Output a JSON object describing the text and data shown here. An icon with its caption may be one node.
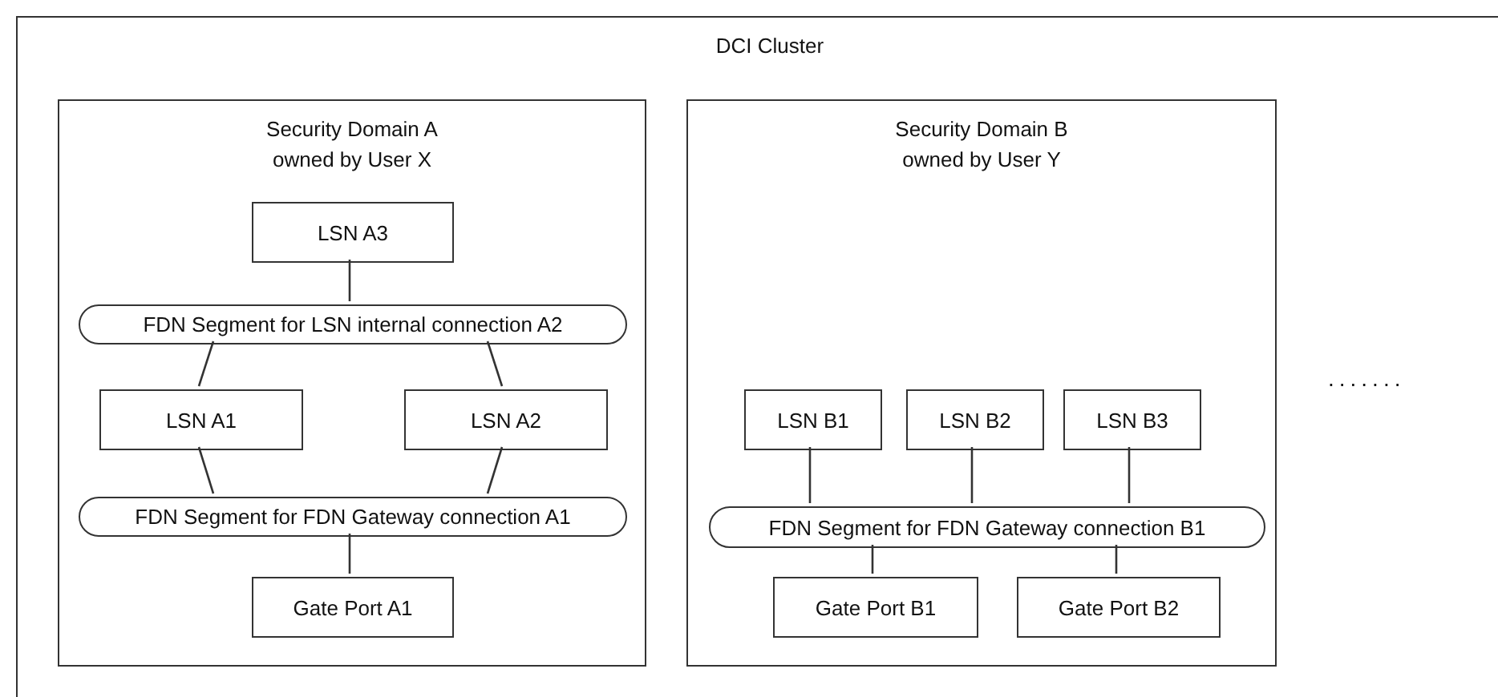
{
  "diagram": {
    "nodes": [
      {
        "text": [
          "DCI Cluster"
        ]
      },
      {
        "text": [
          "Security Domain A owned by User X"
        ],
        "in": 0
      },
      {
        "text": [
          "LSN A3"
        ],
        "in": 1
      },
      {
        "text": [
          "FDN Segment for LSN internal connection A2"
        ],
        "in": 1
      },
      {
        "text": [
          "LSN A1"
        ],
        "in": 1
      },
      {
        "text": [
          "LSN A2"
        ],
        "in": 1
      },
      {
        "text": [
          "FDN Segment for FDN Gateway connection A1"
        ],
        "in": 1
      },
      {
        "text": [
          "Gate Port A1"
        ],
        "in": 1
      },
      {
        "text": [
          "Security Domain B owned by User Y"
        ],
        "in": 0
      },
      {
        "text": [
          "LSN B1"
        ],
        "in": 8
      },
      {
        "text": [
          "LSN B2"
        ],
        "in": 8
      },
      {
        "text": [
          "LSN B3"
        ],
        "in": 8
      },
      {
        "text": [
          "FDN Segment for FDN Gateway connection B1"
        ],
        "in": 8
      },
      {
        "text": [
          "Gate Port B1"
        ],
        "in": 8
      },
      {
        "text": [
          "Gate Port B2"
        ],
        "in": 8
      }
    ],
    "edges": [
      {
        "from": 2,
        "to": 3,
        "arrow": "none"
      },
      {
        "from": 3,
        "to": 4,
        "arrow": "none"
      },
      {
        "from": 3,
        "to": 5,
        "arrow": "none"
      },
      {
        "from": 4,
        "to": 6,
        "arrow": "none"
      },
      {
        "from": 5,
        "to": 6,
        "arrow": "none"
      },
      {
        "from": 6,
        "to": 7,
        "arrow": "none"
      },
      {
        "from": 9,
        "to": 12,
        "arrow": "none"
      },
      {
        "from": 10,
        "to": 12,
        "arrow": "none"
      },
      {
        "from": 11,
        "to": 12,
        "arrow": "none"
      },
      {
        "from": 12,
        "to": 13,
        "arrow": "none"
      },
      {
        "from": 12,
        "to": 14,
        "arrow": "none"
      }
    ],
    "labels": [
      "......."
    ]
  }
}
